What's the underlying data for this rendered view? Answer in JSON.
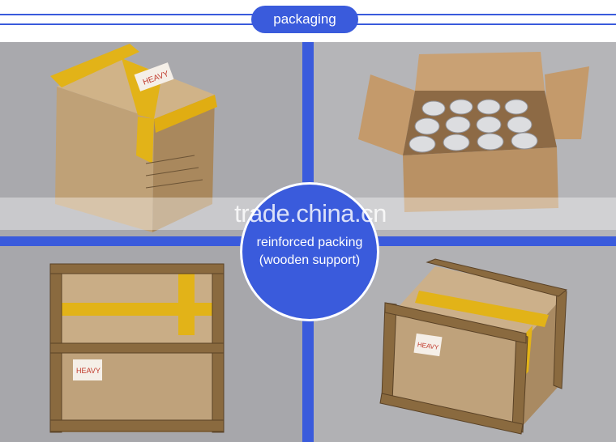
{
  "header": {
    "title": "packaging"
  },
  "center": {
    "line1": "reinforced packing",
    "line2": "(wooden support)"
  },
  "watermark": {
    "text": "trade.china.cn"
  },
  "colors": {
    "accent": "#3a5bdc",
    "panel_bg": "#a8a8ac",
    "cardboard": "#c4a57c",
    "tape": "#e2b318",
    "wood": "#8a6a3f"
  },
  "labels": {
    "box_label": "HEAVY"
  },
  "photos": [
    {
      "alt": "sealed cardboard box with yellow tape"
    },
    {
      "alt": "open box with bowls inside"
    },
    {
      "alt": "box with wooden frame (front view)"
    },
    {
      "alt": "box with wooden frame (angled view)"
    }
  ]
}
